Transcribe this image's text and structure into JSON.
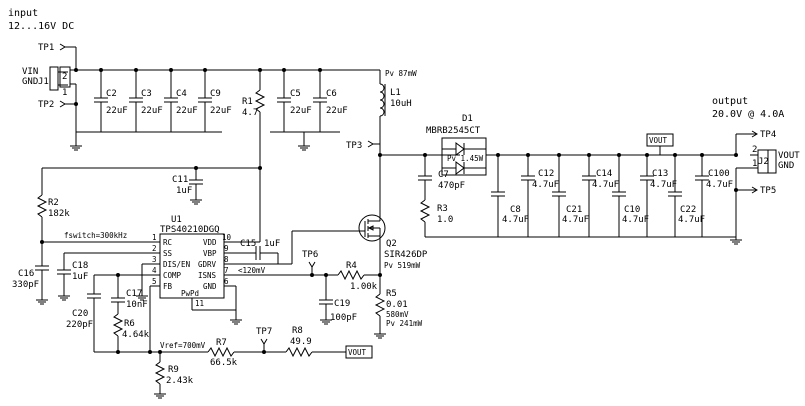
{
  "title": {
    "input": "input",
    "input_range": "12...16V DC",
    "output": "output",
    "output_spec": "20.0V @ 4.0A"
  },
  "connectors": {
    "j1": {
      "ref": "J1",
      "pin2": "2",
      "pin1": "1",
      "vin": "VIN",
      "gnd": "GND"
    },
    "j2": {
      "ref": "J2",
      "pin2": "2",
      "pin1": "1",
      "vout": "VOUT",
      "gnd": "GND"
    }
  },
  "testpoints": {
    "tp1": "TP1",
    "tp2": "TP2",
    "tp3": "TP3",
    "tp4": "TP4",
    "tp5": "TP5",
    "tp6": "TP6",
    "tp7": "TP7"
  },
  "input_caps": [
    {
      "ref": "C2",
      "value": "22uF"
    },
    {
      "ref": "C3",
      "value": "22uF"
    },
    {
      "ref": "C4",
      "value": "22uF"
    },
    {
      "ref": "C9",
      "value": "22uF"
    },
    {
      "ref": "C5",
      "value": "22uF"
    },
    {
      "ref": "C6",
      "value": "22uF"
    }
  ],
  "r1": {
    "ref": "R1",
    "value": "4.7"
  },
  "l1": {
    "ref": "L1",
    "value": "10uH",
    "power": "Pv 87mW"
  },
  "c11": {
    "ref": "C11",
    "value": "1uF"
  },
  "r2": {
    "ref": "R2",
    "value": "182k"
  },
  "fsw": "fswitch=300kHz",
  "ic": {
    "ref": "U1",
    "part": "TPS40210DGQ",
    "pins_left": [
      {
        "num": "1",
        "name": "RC"
      },
      {
        "num": "2",
        "name": "SS"
      },
      {
        "num": "3",
        "name": "DIS/EN"
      },
      {
        "num": "4",
        "name": "COMP"
      },
      {
        "num": "5",
        "name": "FB"
      }
    ],
    "pins_right": [
      {
        "num": "10",
        "name": "VDD"
      },
      {
        "num": "9",
        "name": "VBP"
      },
      {
        "num": "8",
        "name": "GDRV"
      },
      {
        "num": "7",
        "name": "ISNS"
      },
      {
        "num": "6",
        "name": "GND"
      }
    ],
    "pad_name": "PwPd",
    "pad_num": "11"
  },
  "c15": {
    "ref": "C15",
    "value": "1uF"
  },
  "isns_note": "<120mV",
  "c16": {
    "ref": "C16",
    "value": "330pF"
  },
  "c18": {
    "ref": "C18",
    "value": "1uF"
  },
  "c17": {
    "ref": "C17",
    "value": "10nF"
  },
  "c20": {
    "ref": "C20",
    "value": "220pF"
  },
  "r6": {
    "ref": "R6",
    "value": "4.64k"
  },
  "r4": {
    "ref": "R4",
    "value": "1.00k"
  },
  "c19": {
    "ref": "C19",
    "value": "100pF"
  },
  "q2": {
    "ref": "Q2",
    "part": "SIR426DP",
    "power": "Pv 519mW"
  },
  "r5": {
    "ref": "R5",
    "value": "0.01",
    "note1": "580mV",
    "power": "Pv 241mW"
  },
  "d1": {
    "ref": "D1",
    "part": "MBRB2545CT",
    "power": "Pv 1.45W"
  },
  "c7": {
    "ref": "C7",
    "value": "470pF"
  },
  "r3": {
    "ref": "R3",
    "value": "1.0"
  },
  "output_caps": [
    {
      "ref": "C8",
      "value": "4.7uF"
    },
    {
      "ref": "C12",
      "value": "4.7uF"
    },
    {
      "ref": "C21",
      "value": "4.7uF"
    },
    {
      "ref": "C14",
      "value": "4.7uF"
    },
    {
      "ref": "C10",
      "value": "4.7uF"
    },
    {
      "ref": "C13",
      "value": "4.7uF"
    },
    {
      "ref": "C22",
      "value": "4.7uF"
    },
    {
      "ref": "C100",
      "value": "4.7uF"
    }
  ],
  "vout_flag": "VOUT",
  "vref": "Vref=700mV",
  "r7": {
    "ref": "R7",
    "value": "66.5k"
  },
  "r8": {
    "ref": "R8",
    "value": "49.9"
  },
  "r9": {
    "ref": "R9",
    "value": "2.43k"
  }
}
